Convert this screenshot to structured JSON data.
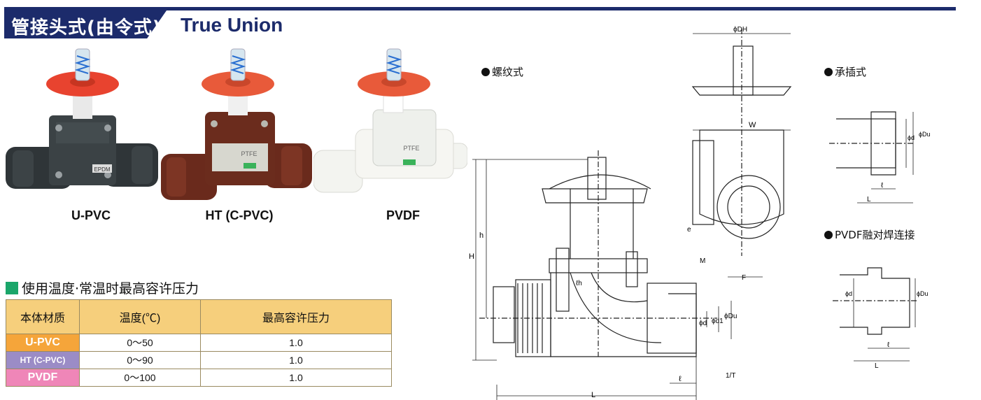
{
  "header": {
    "title_cn": "管接头式(由令式)",
    "title_en": "True Union"
  },
  "products": [
    {
      "label": "U-PVC"
    },
    {
      "label": "HT (C-PVC)"
    },
    {
      "label": "PVDF"
    }
  ],
  "photo_text": {
    "ht_badge": "PTFE",
    "pvdf_badge": "PTFE",
    "upvc_badge": "EPDM"
  },
  "spec_section": {
    "title": "使用温度·常温时最高容许压力",
    "headers": [
      "本体材质",
      "温度(℃)",
      "最高容许压力"
    ],
    "rows": [
      {
        "material": "U-PVC",
        "temp": "0～50",
        "pressure": "1.0"
      },
      {
        "material": "HT (C-PVC)",
        "temp": "0～90",
        "pressure": "1.0"
      },
      {
        "material": "PVDF",
        "temp": "0～100",
        "pressure": "1.0"
      }
    ]
  },
  "diagrams": {
    "threaded_label": "螺纹式",
    "socket_label": "承插式",
    "pvdf_weld_label": "PVDF融对焊连接",
    "dims": {
      "H": "H",
      "h": "h",
      "L": "L",
      "l": "ℓ",
      "lh": "ℓh",
      "d": "ϕd",
      "d1": "ϕd1",
      "Du": "ϕDu",
      "DH": "ϕDH",
      "W": "W",
      "e": "e",
      "M": "M",
      "F": "F",
      "T": "1/T"
    }
  },
  "colors": {
    "navy": "#1c2b6b",
    "green_square": "#1aa66a",
    "table_header": "#f6cf7c",
    "upvc": "#f5a53a",
    "ht": "#9b8cc6",
    "pvdf": "#ef86b8"
  }
}
